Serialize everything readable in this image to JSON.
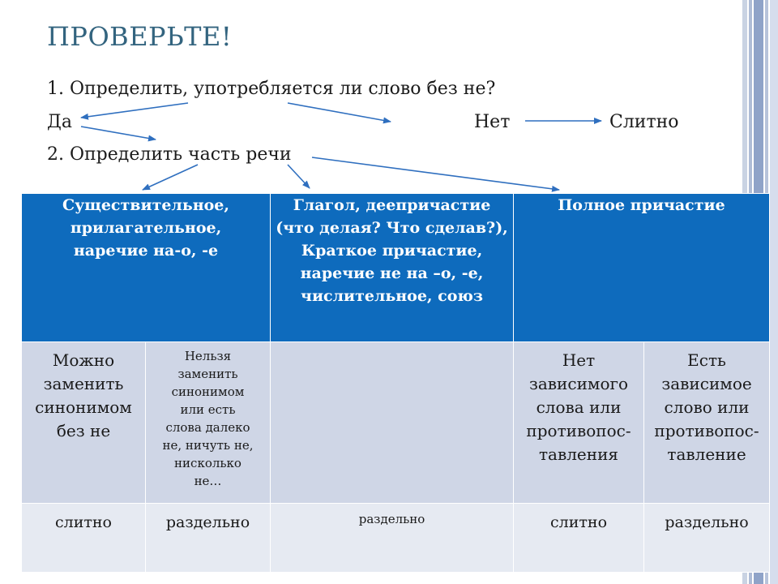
{
  "slide": {
    "title": "ПРОВЕРЬТЕ!",
    "step1": "1. Определить, употребляется ли слово без не?",
    "yes": "Да",
    "no": "Нет",
    "merged": "Слитно",
    "step2": "2. Определить часть речи"
  },
  "table": {
    "headers": [
      "Существительное, прилагательное, наречие на-о, -е",
      "Глагол, деепричастие (что делая? Что сделав?), Краткое причастие, наречие не на –о, -е, числительное, союз",
      "Полное причастие"
    ],
    "conditions": [
      "Можно заменить синонимом без не",
      "Нельзя заменить синонимом или есть слова далеко не, ничуть не, нисколько не…",
      "",
      "Нет зависимого слова или противопос-тавления",
      "Есть зависимое слово или противопос-тавление"
    ],
    "results": [
      "слитно",
      "раздельно",
      "раздельно",
      "слитно",
      "раздельно"
    ]
  },
  "colors": {
    "title": "#33647f",
    "header_bg": "#0e6bbd",
    "row_bg": "#cfd6e6",
    "result_bg": "#e6eaf2",
    "arrow": "#2f6fbf"
  }
}
